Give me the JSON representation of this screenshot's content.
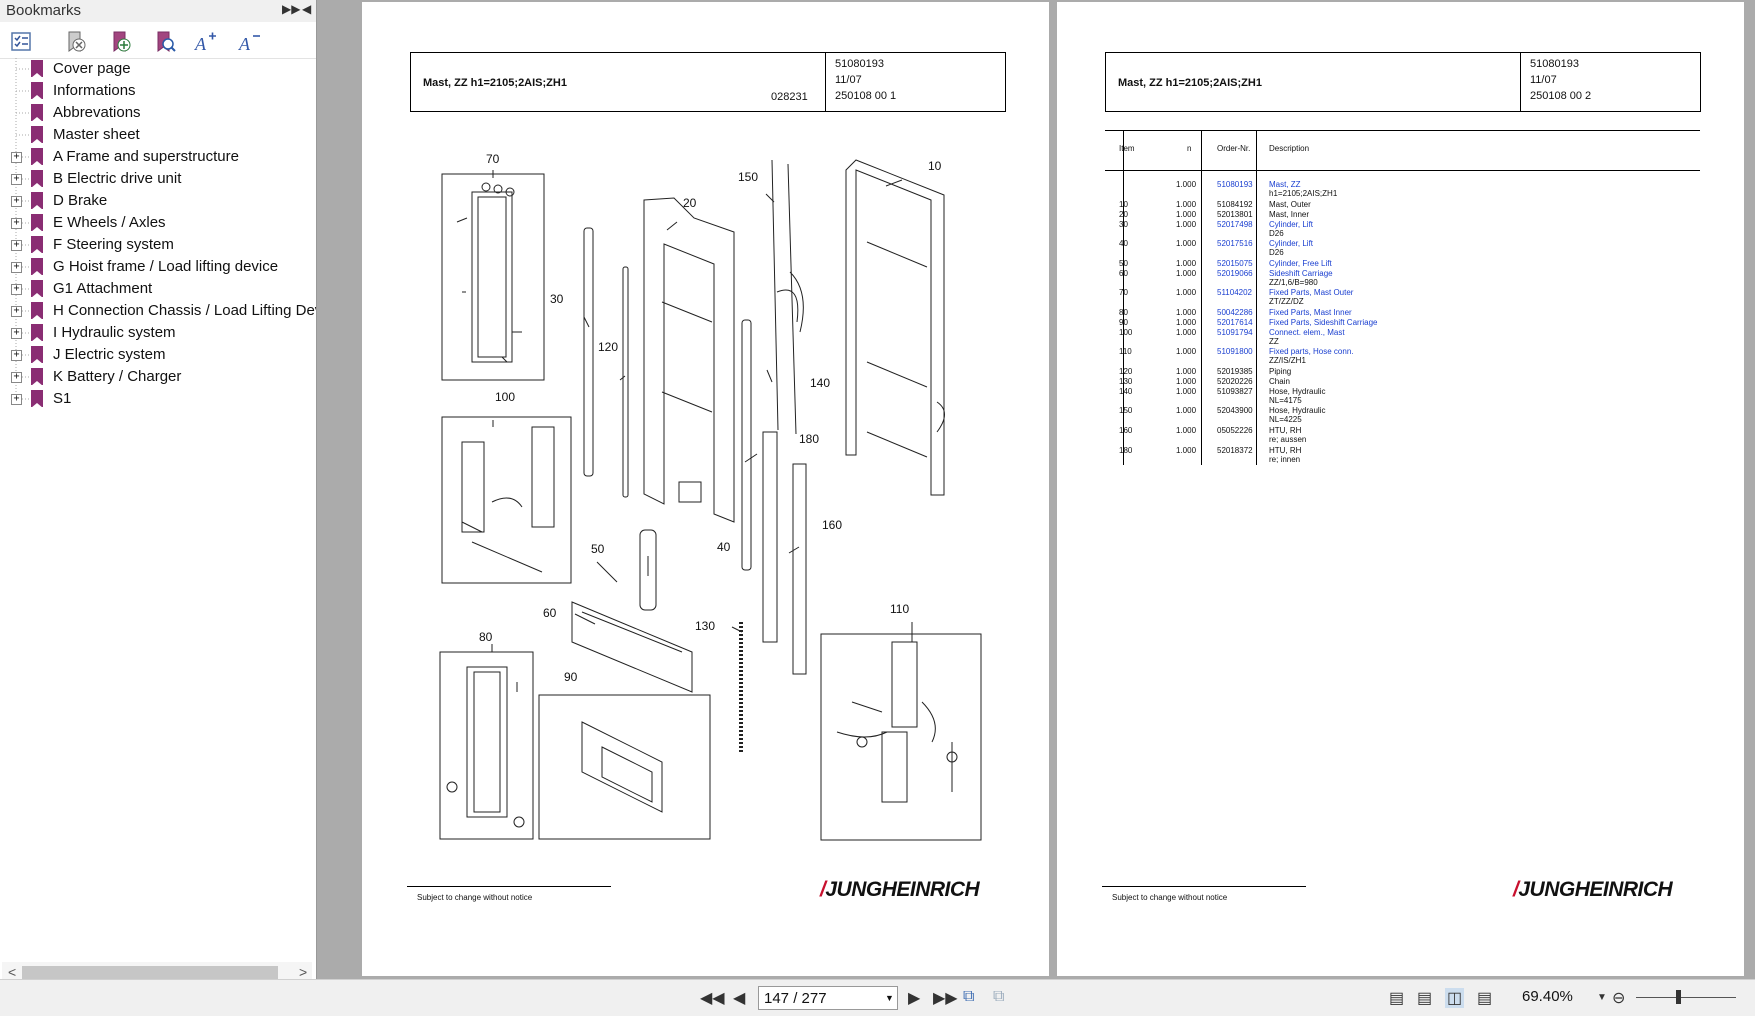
{
  "sidebar": {
    "title": "Bookmarks",
    "items": [
      {
        "label": "Cover page",
        "expandable": false
      },
      {
        "label": "Informations",
        "expandable": false
      },
      {
        "label": "Abbrevations",
        "expandable": false
      },
      {
        "label": "Master sheet",
        "expandable": false
      },
      {
        "label": "A Frame and superstructure",
        "expandable": true
      },
      {
        "label": "B Electric drive unit",
        "expandable": true
      },
      {
        "label": "D Brake",
        "expandable": true
      },
      {
        "label": "E Wheels / Axles",
        "expandable": true
      },
      {
        "label": "F Steering system",
        "expandable": true
      },
      {
        "label": "G Hoist frame / Load lifting device",
        "expandable": true
      },
      {
        "label": "G1 Attachment",
        "expandable": true
      },
      {
        "label": "H Connection Chassis / Load Lifting Devi",
        "expandable": true
      },
      {
        "label": "I Hydraulic system",
        "expandable": true
      },
      {
        "label": "J Electric system",
        "expandable": true
      },
      {
        "label": "K Battery / Charger",
        "expandable": true
      },
      {
        "label": "S1",
        "expandable": true
      }
    ],
    "toolbar_icons": [
      "bookmark-options-icon",
      "delete-bookmark-icon",
      "new-bookmark-icon",
      "find-bookmark-icon",
      "enlarge-text-icon",
      "reduce-text-icon"
    ]
  },
  "page_left": {
    "header_title": "Mast, ZZ h1=2105;2AIS;ZH1",
    "header_code": "028231",
    "header_right": [
      "51080193",
      "11/07",
      "250108 00 1"
    ],
    "callouts": [
      "70",
      "20",
      "150",
      "10",
      "30",
      "120",
      "140",
      "100",
      "180",
      "160",
      "50",
      "40",
      "60",
      "130",
      "90",
      "110",
      "80"
    ],
    "footer": "Subject to change without notice",
    "logo": "JUNGHEINRICH"
  },
  "page_right": {
    "header_title": "Mast, ZZ h1=2105;2AIS;ZH1",
    "header_right": [
      "51080193",
      "11/07",
      "250108 00 2"
    ],
    "columns": [
      "Item",
      "n",
      "Order-Nr.",
      "Description"
    ],
    "rows": [
      {
        "item": "",
        "n": "1.000",
        "order": "51080193",
        "desc": "Mast, ZZ",
        "sub": "h1=2105;2AIS;ZH1",
        "link": true
      },
      {
        "item": "10",
        "n": "1.000",
        "order": "51084192",
        "desc": "Mast, Outer",
        "sub": "",
        "link": false
      },
      {
        "item": "20",
        "n": "1.000",
        "order": "52013801",
        "desc": "Mast, Inner",
        "sub": "",
        "link": false
      },
      {
        "item": "30",
        "n": "1.000",
        "order": "52017498",
        "desc": "Cylinder, Lift",
        "sub": "D26",
        "link": true
      },
      {
        "item": "40",
        "n": "1.000",
        "order": "52017516",
        "desc": "Cylinder, Lift",
        "sub": "D26",
        "link": true
      },
      {
        "item": "50",
        "n": "1.000",
        "order": "52015075",
        "desc": "Cylinder, Free Lift",
        "sub": "",
        "link": true
      },
      {
        "item": "60",
        "n": "1.000",
        "order": "52019066",
        "desc": "Sideshift Carriage",
        "sub": "ZZ/1,6/B=980",
        "link": true
      },
      {
        "item": "70",
        "n": "1.000",
        "order": "51104202",
        "desc": "Fixed Parts, Mast Outer",
        "sub": "ZT/ZZ/DZ",
        "link": true
      },
      {
        "item": "80",
        "n": "1.000",
        "order": "50042286",
        "desc": "Fixed Parts, Mast  Inner",
        "sub": "",
        "link": true
      },
      {
        "item": "90",
        "n": "1.000",
        "order": "52017614",
        "desc": "Fixed Parts, Sideshift Carriage",
        "sub": "",
        "link": true
      },
      {
        "item": "100",
        "n": "1.000",
        "order": "51091794",
        "desc": "Connect. elem., Mast",
        "sub": "ZZ",
        "link": true
      },
      {
        "item": "110",
        "n": "1.000",
        "order": "51091800",
        "desc": "Fixed parts, Hose conn.",
        "sub": "ZZ/IS/ZH1",
        "link": true
      },
      {
        "item": "120",
        "n": "1.000",
        "order": "52019385",
        "desc": "Piping",
        "sub": "",
        "link": false
      },
      {
        "item": "130",
        "n": "1.000",
        "order": "52020226",
        "desc": "Chain",
        "sub": "",
        "link": false
      },
      {
        "item": "140",
        "n": "1.000",
        "order": "51093827",
        "desc": "Hose, Hydraulic",
        "sub": "NL=4175",
        "link": false
      },
      {
        "item": "150",
        "n": "1.000",
        "order": "52043900",
        "desc": "Hose, Hydraulic",
        "sub": "NL=4225",
        "link": false
      },
      {
        "item": "160",
        "n": "1.000",
        "order": "05052226",
        "desc": "HTU, RH",
        "sub": "re; aussen",
        "link": false
      },
      {
        "item": "180",
        "n": "1.000",
        "order": "52018372",
        "desc": "HTU, RH",
        "sub": "re; innen",
        "link": false
      }
    ],
    "footer": "Subject to change without notice",
    "logo": "JUNGHEINRICH"
  },
  "statusbar": {
    "page_indicator": "147 / 277",
    "zoom": "69.40%"
  },
  "colors": {
    "link": "#1a3fd0",
    "bookmark": "#8a2d73",
    "logo_accent": "#c8102e",
    "background": "#ababab"
  }
}
